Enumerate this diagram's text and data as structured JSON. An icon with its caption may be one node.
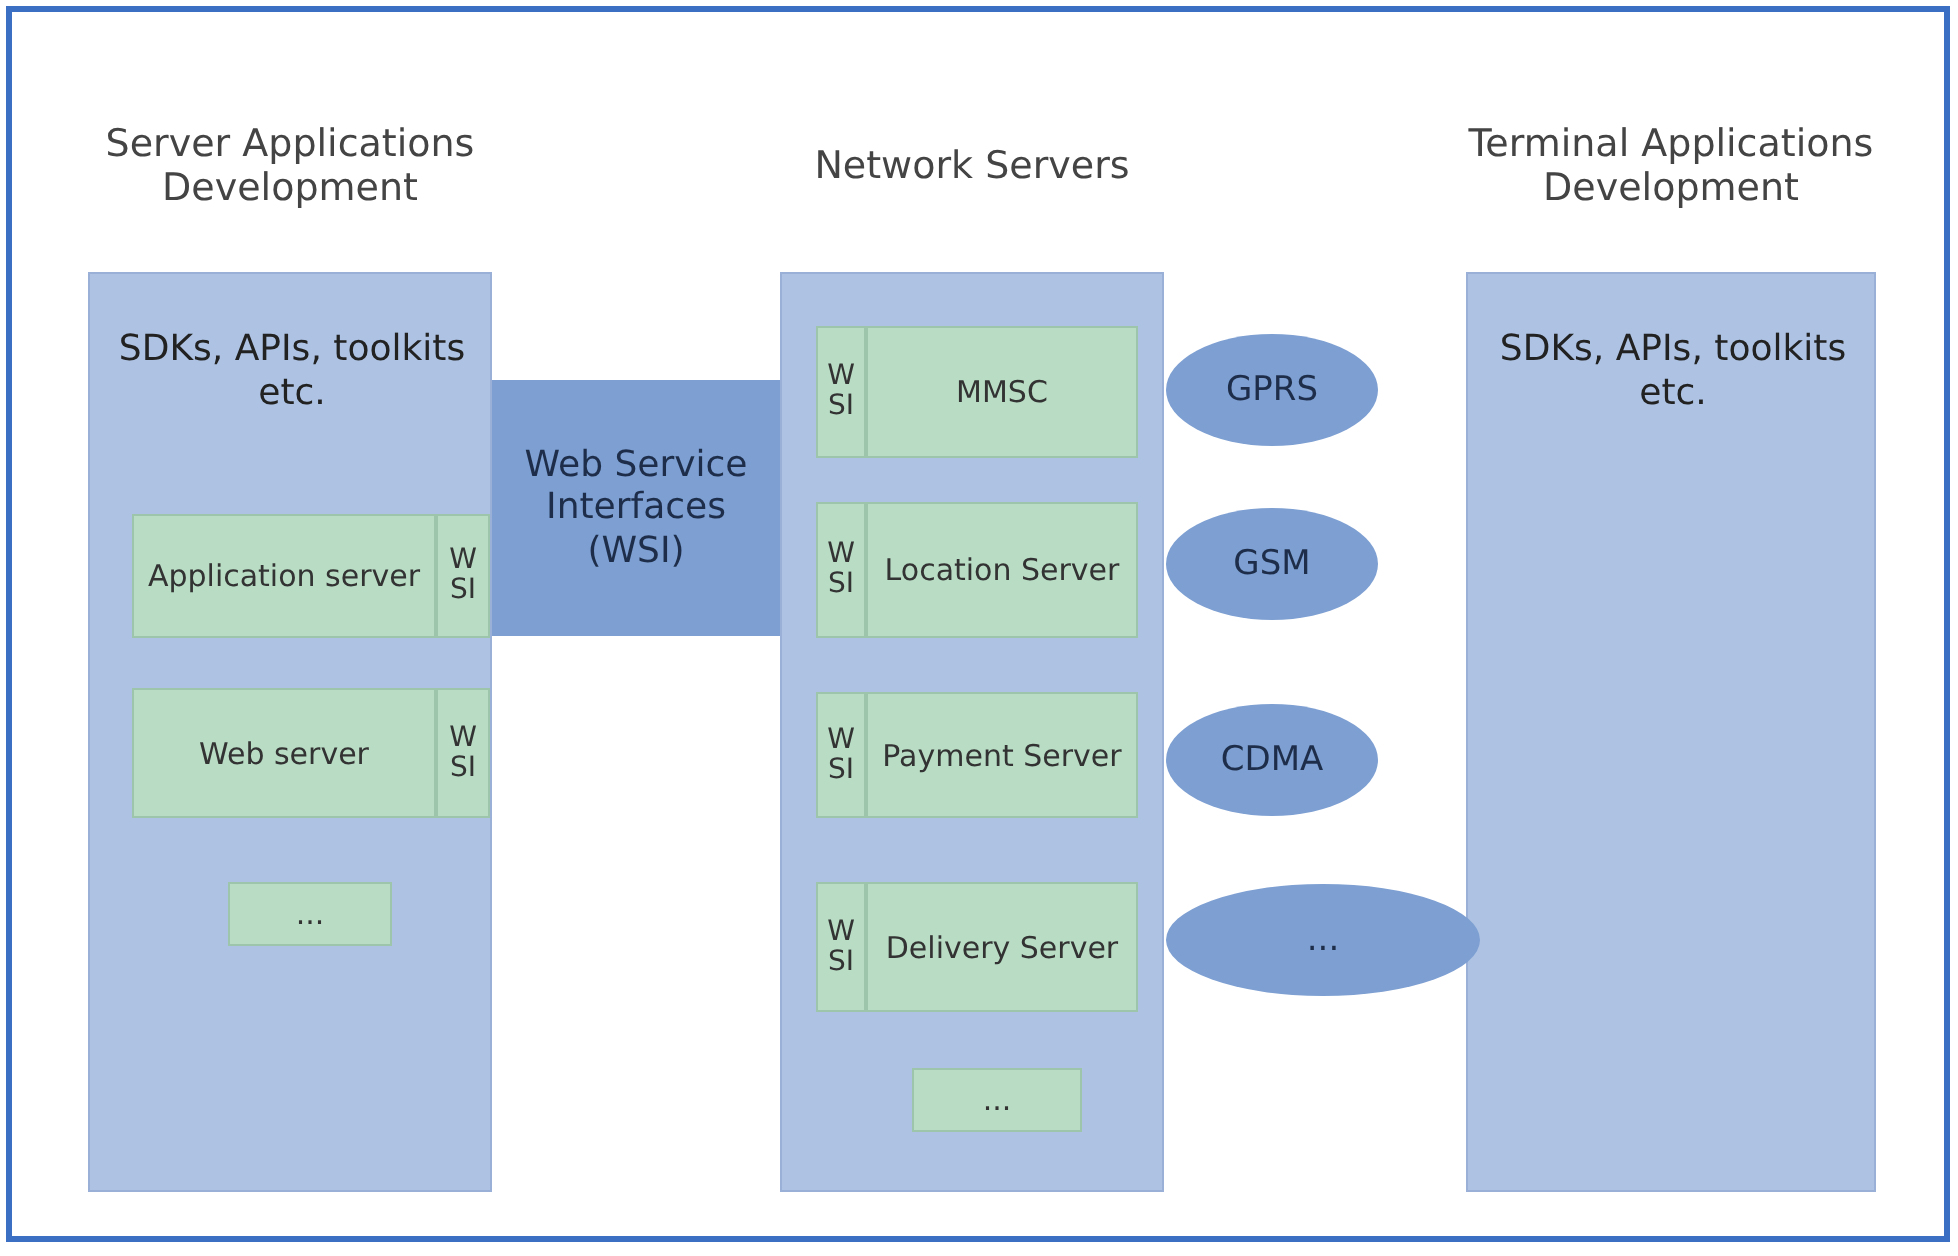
{
  "diagram": {
    "nodes": [
      {
        "text": [
          "Server Applications Development",
          "SDKs, APIs, toolkits etc."
        ]
      },
      {
        "text": [
          "Application server"
        ],
        "in": 0
      },
      {
        "text": [
          "WSI"
        ],
        "in": 0
      },
      {
        "text": [
          "Web server"
        ],
        "in": 0
      },
      {
        "text": [
          "WSI"
        ],
        "in": 0
      },
      {
        "text": [
          "..."
        ],
        "in": 0
      },
      {
        "text": [
          "Web Service Interfaces (WSI)"
        ]
      },
      {
        "text": [
          "Network Servers"
        ]
      },
      {
        "text": [
          "WSI"
        ],
        "in": 7
      },
      {
        "text": [
          "MMSC"
        ],
        "in": 7
      },
      {
        "text": [
          "WSI"
        ],
        "in": 7
      },
      {
        "text": [
          "Location Server"
        ],
        "in": 7
      },
      {
        "text": [
          "WSI"
        ],
        "in": 7
      },
      {
        "text": [
          "Payment Server"
        ],
        "in": 7
      },
      {
        "text": [
          "WSI"
        ],
        "in": 7
      },
      {
        "text": [
          "Delivery Server"
        ],
        "in": 7
      },
      {
        "text": [
          "..."
        ],
        "in": 7
      },
      {
        "text": [
          "GPRS"
        ]
      },
      {
        "text": [
          "GSM"
        ]
      },
      {
        "text": [
          "CDMA"
        ]
      },
      {
        "text": [
          "..."
        ]
      },
      {
        "text": [
          "Terminal Applications Development",
          "SDKs, APIs, toolkits etc."
        ]
      }
    ]
  }
}
